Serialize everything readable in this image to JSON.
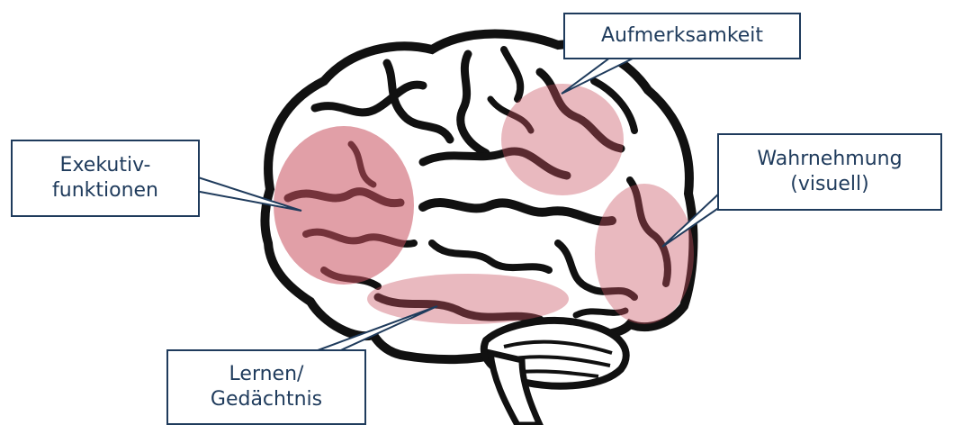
{
  "labels": {
    "attention": "Aufmerksamkeit",
    "executive": "Exekutiv-\nfunktionen",
    "perception": "Wahrnehmung\n(visuell)",
    "memory": "Lernen/\nGedächtnis"
  },
  "colors": {
    "frame": "#1f3b5c",
    "highlight": "#c8505f",
    "brain_outline": "#111111",
    "brain_fill": "#ffffff"
  }
}
